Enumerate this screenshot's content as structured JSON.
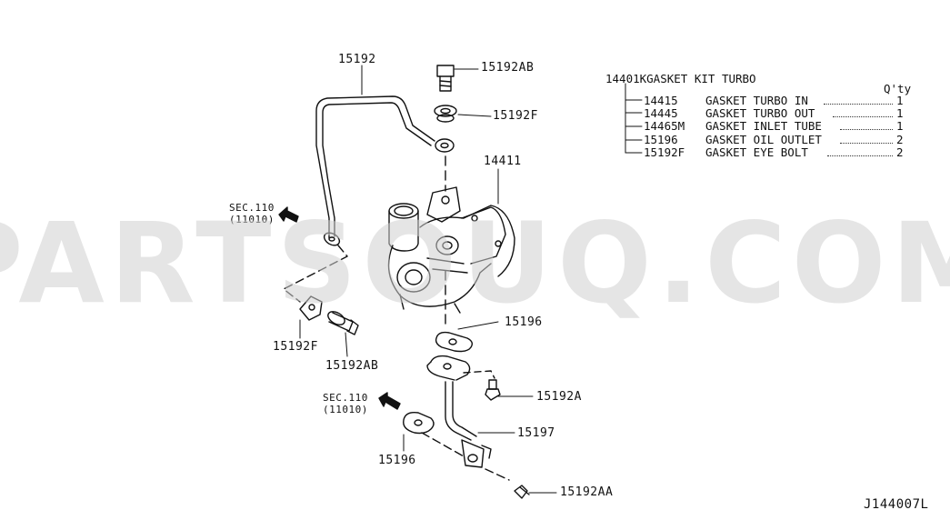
{
  "watermark": {
    "text": "PARTSOUQ.COM"
  },
  "diagram_code": "J144007L",
  "sections": [
    {
      "sec": "SEC.110",
      "ref": "(11010)"
    },
    {
      "sec": "SEC.110",
      "ref": "(11010)"
    }
  ],
  "callouts": {
    "oil_feed_tube": "15192",
    "eye_bolt_top": "15192AB",
    "eye_gasket_top": "15192F",
    "turbocharger": "14411",
    "eye_gasket_left": "15192F",
    "eye_bolt_left": "15192AB",
    "outlet_gasket_top": "15196",
    "bolt_a": "15192A",
    "oil_return_tube": "15197",
    "outlet_gasket_bottom": "15196",
    "bolt_aa": "15192AA"
  },
  "gasket_kit": {
    "part_no": "14401K",
    "title": "GASKET KIT TURBO",
    "qty_header": "Q'ty",
    "items": [
      {
        "part_no": "14415",
        "name": "GASKET TURBO IN",
        "qty": "1"
      },
      {
        "part_no": "14445",
        "name": "GASKET TURBO OUT",
        "qty": "1"
      },
      {
        "part_no": "14465M",
        "name": "GASKET INLET TUBE",
        "qty": "1"
      },
      {
        "part_no": "15196",
        "name": "GASKET OIL OUTLET",
        "qty": "2"
      },
      {
        "part_no": "15192F",
        "name": "GASKET EYE BOLT",
        "qty": "2"
      }
    ]
  }
}
